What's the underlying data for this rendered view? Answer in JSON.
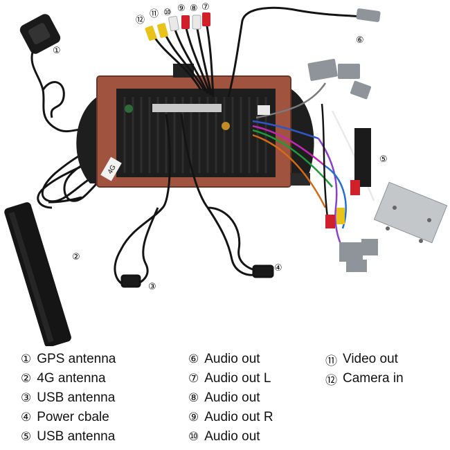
{
  "photo": {
    "callouts": [
      {
        "id": "1",
        "glyph": "①"
      },
      {
        "id": "2",
        "glyph": "②"
      },
      {
        "id": "3",
        "glyph": "③"
      },
      {
        "id": "4",
        "glyph": "④"
      },
      {
        "id": "5",
        "glyph": "⑤"
      },
      {
        "id": "6",
        "glyph": "⑥"
      },
      {
        "id": "7",
        "glyph": "⑦"
      },
      {
        "id": "8",
        "glyph": "⑧"
      },
      {
        "id": "9",
        "glyph": "⑨"
      },
      {
        "id": "10",
        "glyph": "⑩"
      },
      {
        "id": "11",
        "glyph": "⑪"
      },
      {
        "id": "12",
        "glyph": "⑫"
      }
    ],
    "unit_label": "4G"
  },
  "legend": {
    "columns": [
      [
        {
          "num": "①",
          "label": "GPS antenna"
        },
        {
          "num": "②",
          "label": "4G antenna"
        },
        {
          "num": "③",
          "label": "USB antenna"
        },
        {
          "num": "④",
          "label": "Power cbale"
        },
        {
          "num": "⑤",
          "label": "USB antenna"
        }
      ],
      [
        {
          "num": "⑥",
          "label": "Audio out"
        },
        {
          "num": "⑦",
          "label": "Audio out L"
        },
        {
          "num": "⑧",
          "label": "Audio out"
        },
        {
          "num": "⑨",
          "label": "Audio out R"
        },
        {
          "num": "⑩",
          "label": "Audio out"
        }
      ],
      [
        {
          "num": "⑪",
          "label": "Video out"
        },
        {
          "num": "⑫",
          "label": "Camera in"
        }
      ]
    ]
  },
  "colors": {
    "unit_body": "#a0533e",
    "unit_back": "#1e1e1e",
    "cable": "#141414",
    "rca_red": "#d0202a",
    "rca_white": "#e9e9e9",
    "rca_yellow": "#e9c21a",
    "connector_gray": "#8e949a"
  }
}
